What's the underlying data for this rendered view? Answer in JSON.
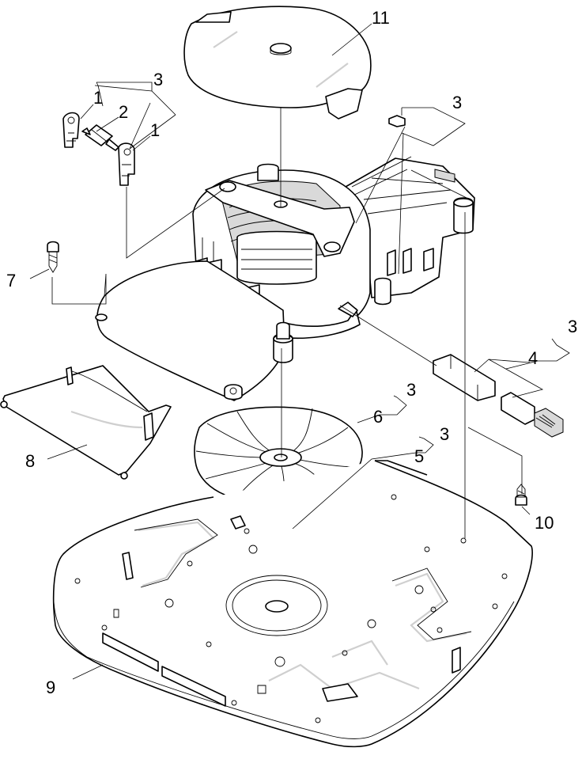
{
  "callouts": [
    {
      "id": "c11",
      "text": "11"
    },
    {
      "id": "c3a",
      "text": "3"
    },
    {
      "id": "c1a",
      "text": "1"
    },
    {
      "id": "c2",
      "text": "2"
    },
    {
      "id": "c1b",
      "text": "1"
    },
    {
      "id": "c3b",
      "text": "3"
    },
    {
      "id": "c7",
      "text": "7"
    },
    {
      "id": "c3c",
      "text": "3"
    },
    {
      "id": "c4",
      "text": "4"
    },
    {
      "id": "c3d",
      "text": "3"
    },
    {
      "id": "c6",
      "text": "6"
    },
    {
      "id": "c3e",
      "text": "3"
    },
    {
      "id": "c5",
      "text": "5"
    },
    {
      "id": "c8",
      "text": "8"
    },
    {
      "id": "c10",
      "text": "10"
    },
    {
      "id": "c9",
      "text": "9"
    }
  ]
}
